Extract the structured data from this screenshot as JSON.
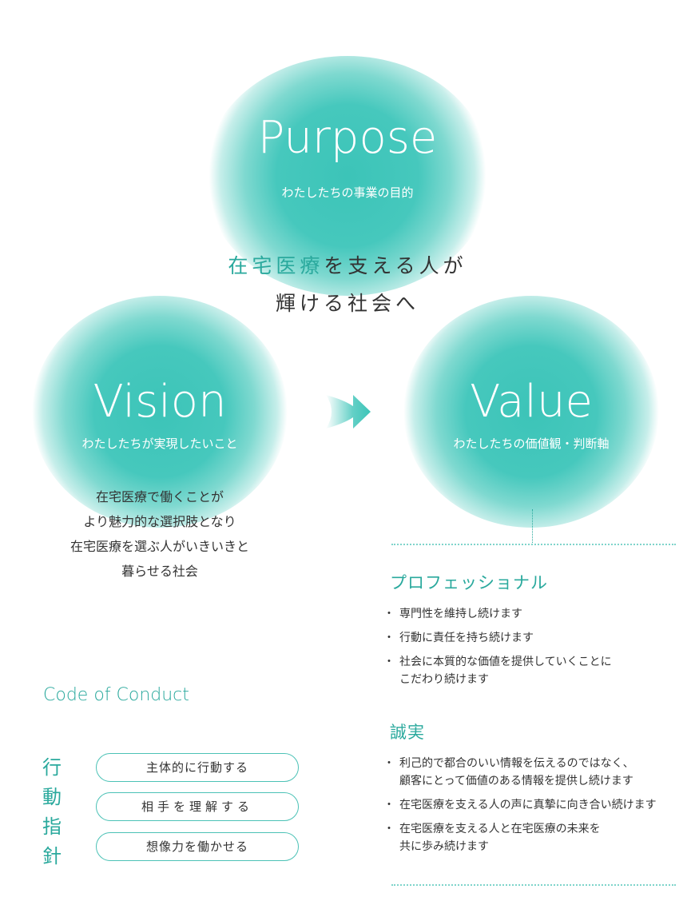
{
  "purpose": {
    "title": "Purpose",
    "subtitle": "わたしたちの事業の目的"
  },
  "purpose_statement": {
    "line1_accent": "在宅医療",
    "line1_rest": "を支える人が",
    "line2": "輝ける社会へ"
  },
  "vision": {
    "title": "Vision",
    "subtitle": "わたしたちが実現したいこと",
    "description": [
      "在宅医療で働くことが",
      "より魅力的な選択肢となり",
      "在宅医療を選ぶ人がいきいきと",
      "暮らせる社会"
    ]
  },
  "value": {
    "title": "Value",
    "subtitle": "わたしたちの価値観・判断軸",
    "groups": [
      {
        "heading": "プロフェッショナル",
        "items": [
          "専門性を維持し続けます",
          "行動に責任を持ち続けます",
          "社会に本質的な価値を提供していくことに\nこだわり続けます"
        ]
      },
      {
        "heading": "誠実",
        "items": [
          "利己的で都合のいい情報を伝えるのではなく、\n顧客にとって価値のある情報を提供し続けます",
          "在宅医療を支える人の声に真摯に向き合い続けます",
          "在宅医療を支える人と在宅医療の未来を\n共に歩み続けます"
        ]
      }
    ]
  },
  "code_of_conduct": {
    "title": "Code of Conduct",
    "vertical_label": [
      "行",
      "動",
      "指",
      "針"
    ],
    "items": [
      "主体的に行動する",
      "相手を理解する",
      "想像力を働かせる"
    ]
  },
  "colors": {
    "accent": "#2aa99d",
    "orb": "#46c8bd",
    "text": "#333333"
  },
  "icons": {
    "arrow": "arrow-right-icon"
  }
}
